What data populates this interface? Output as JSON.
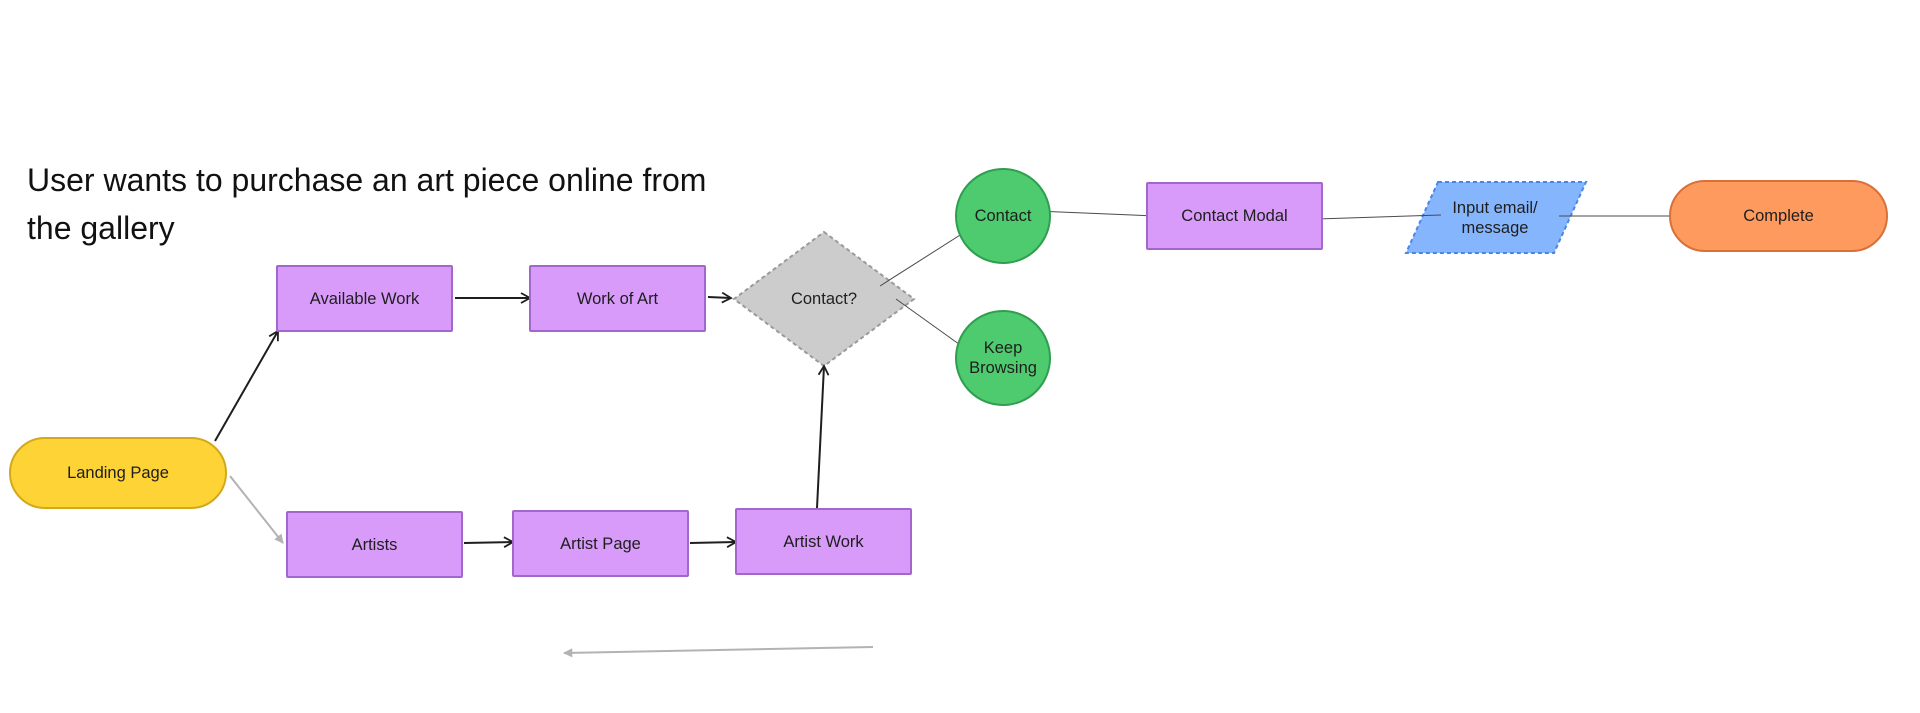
{
  "title": "User wants to purchase an art piece online from the gallery",
  "nodes": {
    "landing_page": "Landing Page",
    "available_work": "Available Work",
    "work_of_art": "Work of Art",
    "contact_decision": "Contact?",
    "contact": "Contact",
    "keep_browsing": "Keep Browsing",
    "contact_modal": "Contact Modal",
    "input_email": "Input email/ message",
    "complete": "Complete",
    "artists": "Artists",
    "artist_page": "Artist Page",
    "artist_work": "Artist Work"
  },
  "colors": {
    "start_fill": "#fdd335",
    "start_stroke": "#d2a91a",
    "step_fill": "#d89bfa",
    "step_stroke": "#a367cc",
    "decision_fill": "#cdcccc",
    "decision_stroke": "#9a9a9a",
    "outcome_fill": "#4ecb6e",
    "input_fill": "#85b6fd",
    "input_stroke": "#4a86e8",
    "end_fill": "#ff9a5f",
    "end_stroke": "#d9703a",
    "connector": "#1e1e1e",
    "connector_muted": "#b3b3b3"
  }
}
